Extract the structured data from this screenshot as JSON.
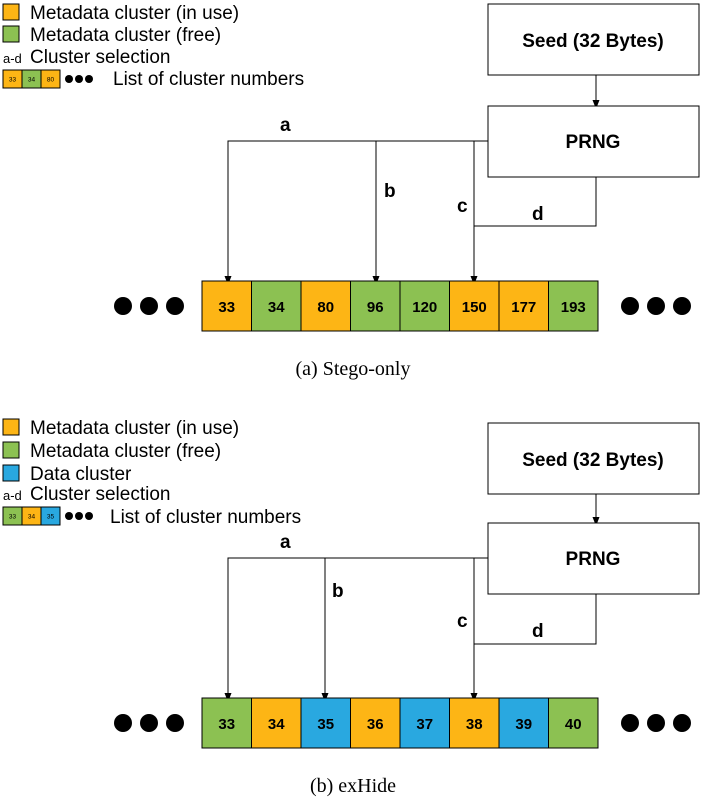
{
  "colors": {
    "in_use": "#FDB515",
    "free": "#8CC152",
    "data": "#29A8E0",
    "line": "#000000"
  },
  "panel_a": {
    "legend": {
      "in_use": "Metadata cluster (in use)",
      "free": "Metadata cluster (free)",
      "selection_key": "a-d",
      "selection": "Cluster selection",
      "list_sample": [
        "33",
        "34",
        "80"
      ],
      "list": "List of cluster numbers"
    },
    "seed_label": "Seed (32 Bytes)",
    "prng_label": "PRNG",
    "arrow_labels": [
      "a",
      "b",
      "c",
      "d"
    ],
    "clusters": [
      {
        "num": "33",
        "type": "in_use"
      },
      {
        "num": "34",
        "type": "free"
      },
      {
        "num": "80",
        "type": "in_use"
      },
      {
        "num": "96",
        "type": "free"
      },
      {
        "num": "120",
        "type": "free"
      },
      {
        "num": "150",
        "type": "in_use"
      },
      {
        "num": "177",
        "type": "in_use"
      },
      {
        "num": "193",
        "type": "free"
      }
    ],
    "caption": "(a)  Stego-only"
  },
  "panel_b": {
    "legend": {
      "in_use": "Metadata cluster (in use)",
      "free": "Metadata cluster (free)",
      "data": "Data cluster",
      "selection_key": "a-d",
      "selection": "Cluster selection",
      "list_sample": [
        "33",
        "34",
        "35"
      ],
      "list": "List of cluster numbers"
    },
    "seed_label": "Seed (32 Bytes)",
    "prng_label": "PRNG",
    "arrow_labels": [
      "a",
      "b",
      "c",
      "d"
    ],
    "clusters": [
      {
        "num": "33",
        "type": "free"
      },
      {
        "num": "34",
        "type": "in_use"
      },
      {
        "num": "35",
        "type": "data"
      },
      {
        "num": "36",
        "type": "in_use"
      },
      {
        "num": "37",
        "type": "data"
      },
      {
        "num": "38",
        "type": "in_use"
      },
      {
        "num": "39",
        "type": "data"
      },
      {
        "num": "40",
        "type": "free"
      }
    ],
    "caption": "(b)  exHide"
  }
}
